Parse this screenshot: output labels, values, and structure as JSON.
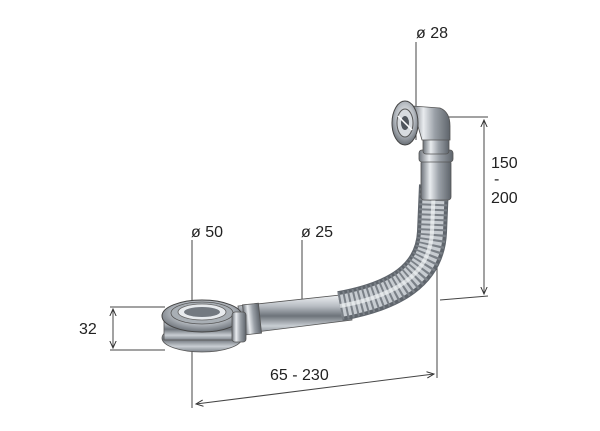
{
  "labels": {
    "outlet_diameter": "ø 28",
    "drain_diameter": "ø 50",
    "tube_diameter": "ø 25",
    "drain_height": "32",
    "horizontal_range": "65 - 230",
    "vertical_range_top": "150",
    "vertical_range_sep": "-",
    "vertical_range_bottom": "200"
  }
}
